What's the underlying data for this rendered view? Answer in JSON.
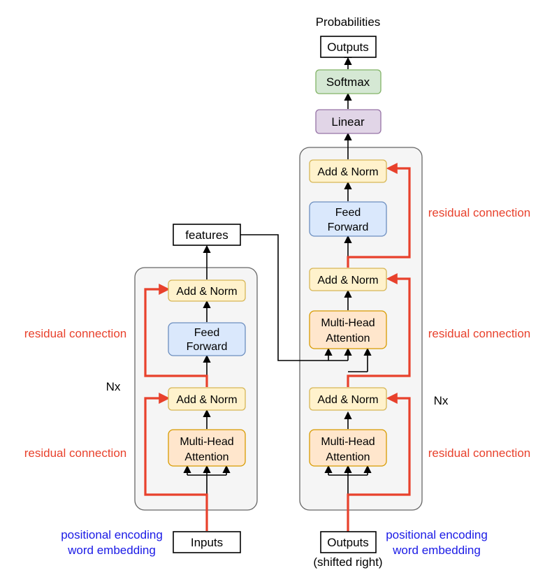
{
  "top_label": "Probabilities",
  "decoder_head": {
    "outputs": "Outputs",
    "softmax": "Softmax",
    "linear": "Linear"
  },
  "encoder": {
    "features": "features",
    "add_norm_top": "Add & Norm",
    "feed_forward_1": "Feed",
    "feed_forward_2": "Forward",
    "add_norm_bottom": "Add & Norm",
    "mha_1": "Multi-Head",
    "mha_2": "Attention",
    "repeat": "Nx",
    "residual_top": "residual connection",
    "residual_bottom": "residual connection",
    "inputs": "Inputs",
    "embedding_1": "positional encoding",
    "embedding_2": "word embedding"
  },
  "decoder": {
    "add_norm_top": "Add & Norm",
    "feed_forward_1": "Feed",
    "feed_forward_2": "Forward",
    "add_norm_mid": "Add & Norm",
    "cross_mha_1": "Multi-Head",
    "cross_mha_2": "Attention",
    "add_norm_bottom": "Add & Norm",
    "mha_1": "Multi-Head",
    "mha_2": "Attention",
    "repeat": "Nx",
    "residual_top": "residual connection",
    "residual_mid": "residual connection",
    "residual_bottom": "residual connection",
    "outputs": "Outputs",
    "shifted": "(shifted right)",
    "embedding_1": "positional encoding",
    "embedding_2": "word embedding"
  },
  "colors": {
    "add_norm_fill": "#fff2cc",
    "add_norm_stroke": "#d6b656",
    "feed_forward_fill": "#dae8fc",
    "feed_forward_stroke": "#6c8ebf",
    "attention_fill": "#ffe6cc",
    "attention_stroke": "#d79b00",
    "softmax_fill": "#d5e8d4",
    "softmax_stroke": "#82b366",
    "linear_fill": "#e1d5e7",
    "linear_stroke": "#9673a6",
    "panel_fill": "#f5f5f5",
    "residual": "#e8412c",
    "embedding_text": "#1a1ae6"
  }
}
